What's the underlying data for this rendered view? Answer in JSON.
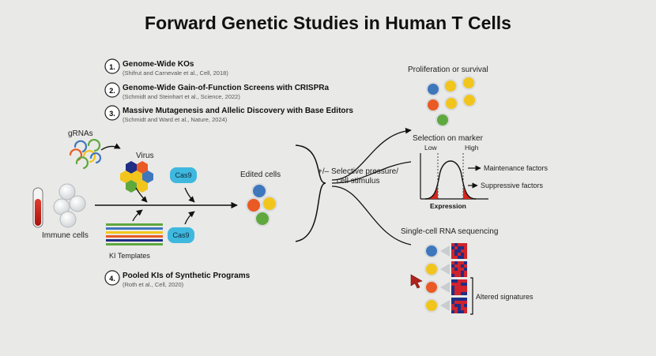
{
  "title": "Forward Genetic Studies in Human T Cells",
  "studies": [
    {
      "num": "1.",
      "title": "Genome-Wide KOs",
      "ref": "(Shifrut and Carnevale et al.,  Cell, 2018)"
    },
    {
      "num": "2.",
      "title": "Genome-Wide Gain-of-Function Screens with CRISPRa",
      "ref": "(Schmidt and Steinhart  et al., Science, 2022)"
    },
    {
      "num": "3.",
      "title": "Massive Mutagenesis and Allelic Discovery with Base Editors",
      "ref": "(Schmidt and Ward et al., Nature, 2024)"
    },
    {
      "num": "4.",
      "title": "Pooled KIs of Synthetic Programs",
      "ref": "(Roth et al., Cell, 2020)"
    }
  ],
  "diagram": {
    "grnas_label": "gRNAs",
    "virus_label": "Virus",
    "cas9_label": "Cas9",
    "cas9_label_2": "Cas9",
    "immune_label": "Immune cells",
    "ki_label": "KI Templates",
    "edited_label": "Edited cells",
    "pressure_line1": "+/– Selective pressure/",
    "pressure_line2": "cell stimulus"
  },
  "readouts": {
    "proliferation_label": "Proliferation or survival",
    "selection_label": "Selection on marker",
    "low_label": "Low",
    "high_label": "High",
    "maintenance_label": "Maintenance factors",
    "suppressive_label": "Suppressive factors",
    "expression_label": "Expression",
    "scrna_label": "Single-cell RNA sequencing",
    "altered_label": "Altered signatures"
  },
  "colors": {
    "blue": "#3f77bd",
    "yellow": "#f2c51c",
    "orange": "#ea5a24",
    "green": "#5fa83e",
    "cas9": "#3fb8df",
    "red": "#d9261c",
    "navy": "#1f2e86",
    "heat_red": "#d0232b"
  }
}
